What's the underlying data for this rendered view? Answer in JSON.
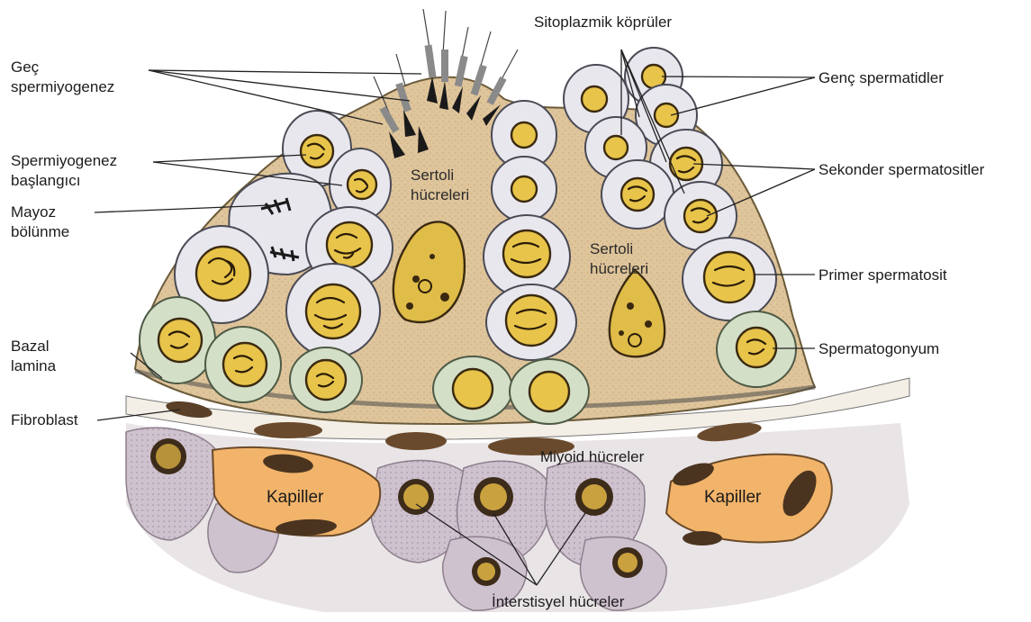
{
  "labels": {
    "gec_spermiyogenez": [
      "Geç",
      "spermiyogenez"
    ],
    "spermiyogenez_baslangici": [
      "Spermiyogenez",
      "başlangıcı"
    ],
    "mayoz_bolunme": [
      "Mayoz",
      "bölünme"
    ],
    "bazal_lamina": [
      "Bazal",
      "lamina"
    ],
    "fibroblast": "Fibroblast",
    "sitoplazmik_kopruler": "Sitoplazmik köprüler",
    "genc_spermatidler": "Genç spermatidler",
    "sekonder_spermatositler": "Sekonder spermatositler",
    "primer_spermatosit": "Primer spermatosit",
    "spermatogonyum": "Spermatogonyum",
    "sertoli_1": [
      "Sertoli",
      "hücreleri"
    ],
    "sertoli_2": [
      "Sertoli",
      "hücreleri"
    ],
    "miyoid_hucreler": "Miyoid hücreler",
    "kapiller_left": "Kapiller",
    "kapiller_right": "Kapiller",
    "interstisyel_hucreler": "İnterstisyel hücreler"
  },
  "colors": {
    "sertoli_cytoplasm": "#dfc59c",
    "nucleus_yellow": "#e8c44a",
    "capillary_orange": "#f2b46a",
    "spermatogonia_green": "#d4dfc8",
    "spermatocyte_lilac": "#e8e7ee",
    "interstitial_mauve": "#cfc2cf"
  }
}
